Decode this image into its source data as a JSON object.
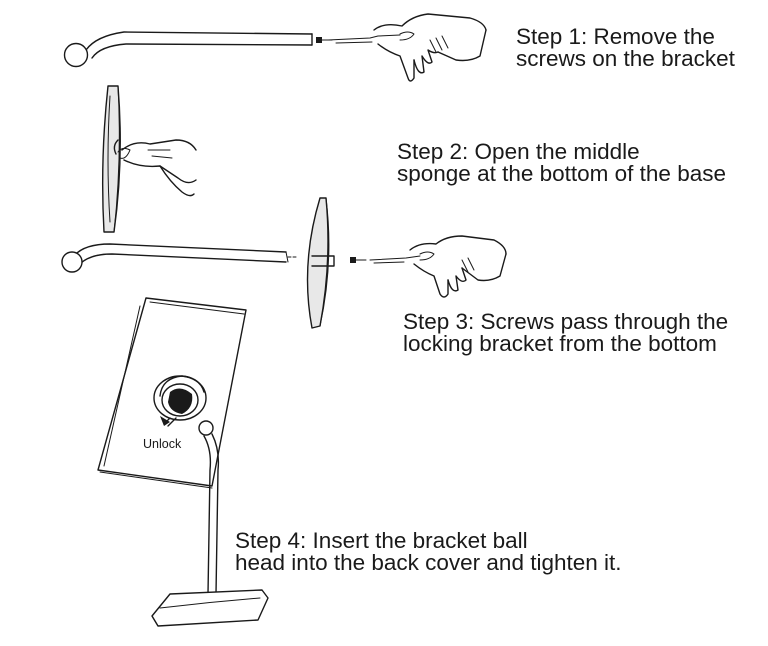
{
  "steps": [
    {
      "line1": "Step 1: Remove the",
      "line2": "screws on the bracket"
    },
    {
      "line1": "Step 2: Open the middle",
      "line2": "sponge at the bottom of the base"
    },
    {
      "line1": "Step 3: Screws pass through the",
      "line2": "locking bracket from the bottom"
    },
    {
      "line1": "Step 4: Insert the bracket ball",
      "line2": "head into the back cover and tighten it."
    }
  ],
  "mirror_label": "Unlock"
}
